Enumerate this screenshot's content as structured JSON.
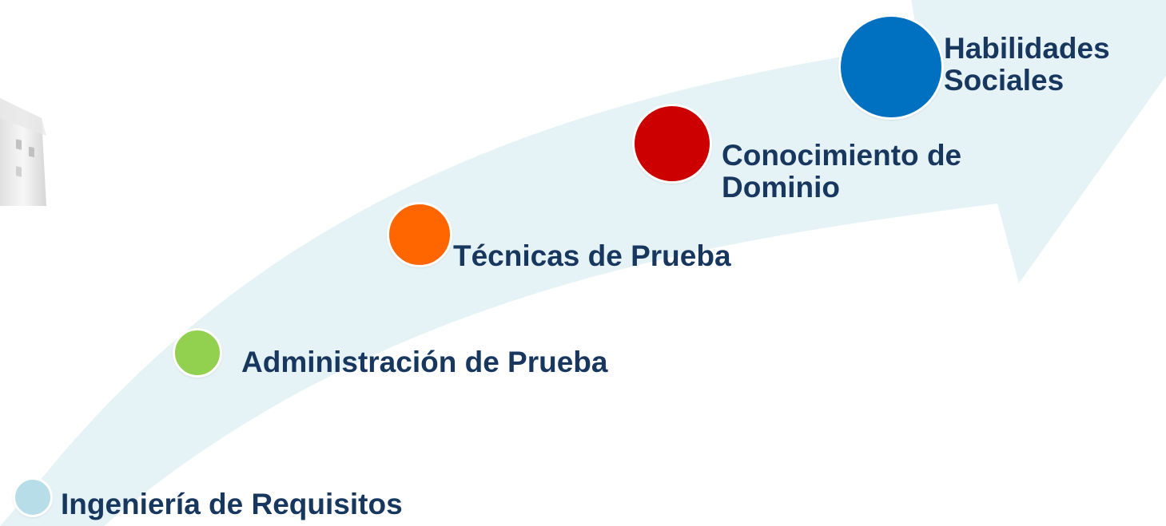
{
  "steps": [
    {
      "label_lines": [
        "Ingeniería de Requisitos"
      ],
      "color": "#b7dde8"
    },
    {
      "label_lines": [
        "Administración de Prueba"
      ],
      "color": "#92d050"
    },
    {
      "label_lines": [
        "Técnicas de Prueba"
      ],
      "color": "#ff6600"
    },
    {
      "label_lines": [
        "Conocimiento de",
        "Dominio"
      ],
      "color": "#cc0000"
    },
    {
      "label_lines": [
        "Habilidades",
        "Sociales"
      ],
      "color": "#0070c0"
    }
  ],
  "colors": {
    "arrow_fill": "#e6f3f6",
    "label_text": "#17375e"
  },
  "icons": {
    "decoration": "usb-plug-icon"
  }
}
